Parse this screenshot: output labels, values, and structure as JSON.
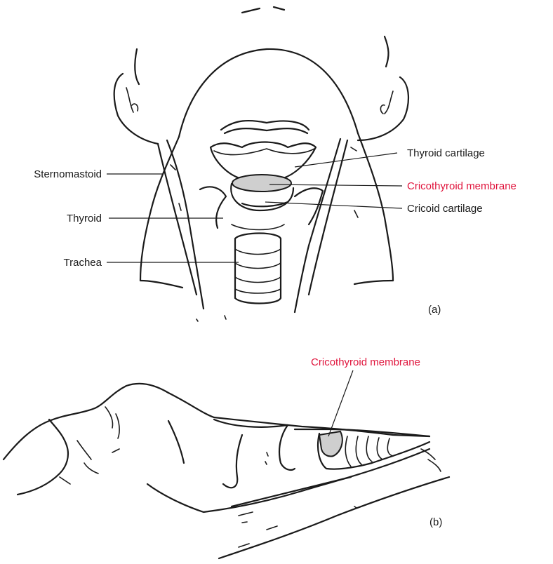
{
  "panel_a": {
    "panel_label": "(a)",
    "labels": {
      "sternomastoid": "Sternomastoid",
      "thyroid": "Thyroid",
      "trachea": "Trachea",
      "thyroid_cartilage": "Thyroid cartilage",
      "cricothyroid_membrane": "Cricothyroid membrane",
      "cricoid_cartilage": "Cricoid cartilage"
    }
  },
  "panel_b": {
    "panel_label": "(b)",
    "labels": {
      "cricothyroid_membrane": "Cricothyroid membrane"
    }
  },
  "colors": {
    "highlight_label": "#e0143c",
    "text": "#1a1a1a",
    "membrane_fill": "#cfcfcf"
  }
}
